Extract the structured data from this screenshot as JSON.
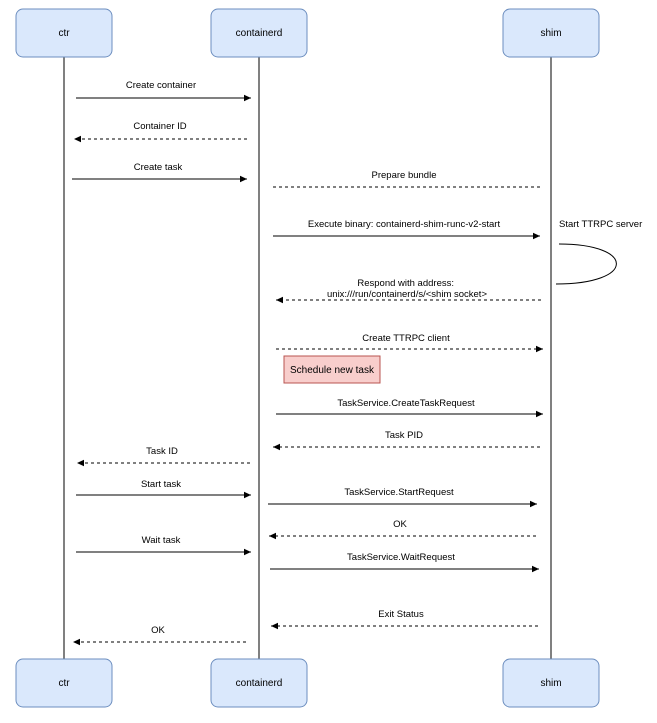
{
  "actors": [
    {
      "id": "ctr",
      "label": "ctr"
    },
    {
      "id": "containerd",
      "label": "containerd"
    },
    {
      "id": "shim",
      "label": "shim"
    }
  ],
  "messages": [
    {
      "from": "ctr",
      "to": "containerd",
      "label": "Create container",
      "style": "solid"
    },
    {
      "from": "containerd",
      "to": "ctr",
      "label": "Container ID",
      "style": "dashed"
    },
    {
      "from": "ctr",
      "to": "containerd",
      "label": "Create task",
      "style": "solid"
    },
    {
      "from": "containerd",
      "to": "shim",
      "label": "Prepare bundle",
      "style": "dashed-plain"
    },
    {
      "from": "containerd",
      "to": "shim",
      "label": "Execute binary: containerd-shim-runc-v2-start",
      "style": "solid"
    },
    {
      "from": "shim",
      "to": "containerd",
      "label": [
        "Respond with address:",
        "unix:///run/containerd/s/<shim socket>"
      ],
      "style": "dashed"
    },
    {
      "from": "containerd",
      "to": "shim",
      "label": "Create TTRPC client",
      "style": "dashed"
    },
    {
      "from": "containerd",
      "to": "shim",
      "label": "TaskService.CreateTaskRequest",
      "style": "solid"
    },
    {
      "from": "shim",
      "to": "containerd",
      "label": "Task PID",
      "style": "dashed"
    },
    {
      "from": "containerd",
      "to": "ctr",
      "label": "Task ID",
      "style": "dashed"
    },
    {
      "from": "ctr",
      "to": "containerd",
      "label": "Start task",
      "style": "solid"
    },
    {
      "from": "containerd",
      "to": "shim",
      "label": "TaskService.StartRequest",
      "style": "solid"
    },
    {
      "from": "shim",
      "to": "containerd",
      "label": "OK",
      "style": "dashed"
    },
    {
      "from": "ctr",
      "to": "containerd",
      "label": "Wait task",
      "style": "solid"
    },
    {
      "from": "containerd",
      "to": "shim",
      "label": "TaskService.WaitRequest",
      "style": "solid"
    },
    {
      "from": "shim",
      "to": "containerd",
      "label": "Exit Status",
      "style": "dashed"
    },
    {
      "from": "containerd",
      "to": "ctr",
      "label": "OK",
      "style": "dashed"
    }
  ],
  "self_message": {
    "actor": "shim",
    "label": "Start TTRPC server"
  },
  "note": {
    "label": "Schedule new task"
  }
}
